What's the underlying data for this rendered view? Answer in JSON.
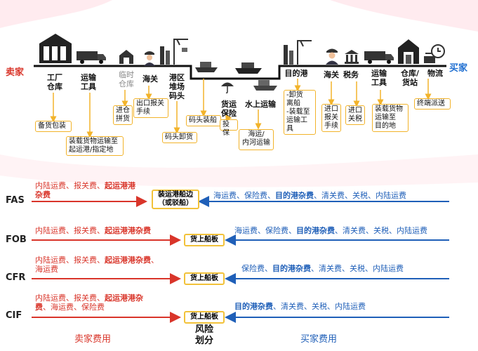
{
  "parties": {
    "seller": "卖家",
    "buyer": "买家"
  },
  "headers": [
    [
      "工厂",
      "仓库"
    ],
    [
      "运输",
      "工具"
    ],
    [
      "临时",
      "仓库"
    ],
    [
      "海关"
    ],
    [
      "港区",
      "堆场",
      "码头"
    ],
    [
      "货运",
      "保险"
    ],
    [
      "水上运输"
    ],
    [
      "目的港"
    ],
    [
      "海关"
    ],
    [
      "税务"
    ],
    [
      "运输",
      "工具"
    ],
    [
      "仓库/",
      "货站"
    ],
    [
      "物流"
    ]
  ],
  "boxes": [
    "备货包装",
    "装载货物运输至",
    "起运港/指定地",
    "进仓",
    "拼货",
    "出口报关",
    "手续",
    "码头卸货",
    "码头装船",
    "投保",
    "海运/",
    "内河运输",
    "-卸货",
    "离船",
    "-装载至",
    "运输工",
    "具",
    "进口",
    "报关",
    "手续",
    "进口",
    "关税",
    "装载货物",
    "运输至",
    "目的地",
    "终端派送"
  ],
  "terms": [
    "FAS",
    "FOB",
    "CFR",
    "CIF"
  ],
  "fees": {
    "fas_seller": [
      "内陆运费、报关费、",
      "起运港港",
      "杂费"
    ],
    "fas_risk": [
      "装运港船边",
      "（或驳船）"
    ],
    "fas_buyer": [
      "海运费、保险费、",
      "目的港杂费",
      "、清关费、关税、内陆运费"
    ],
    "fob_seller": [
      "内陆运费、报关费、",
      "起运港港杂费"
    ],
    "fob_risk": "货上船板",
    "fob_buyer": [
      "海运费、保险费、",
      "目的港杂费",
      "、清关费、关税、内陆运费"
    ],
    "cfr_seller": [
      "内陆运费、报关费、",
      "起运港港杂费",
      "、",
      "海运费"
    ],
    "cfr_risk": "货上船板",
    "cfr_buyer": [
      "保险费、",
      "目的港杂费",
      "、清关费、关税、内陆运费"
    ],
    "cif_seller": [
      "内陆运费、报关费、",
      "起运港港杂",
      "费",
      "、海运费、保险费"
    ],
    "cif_risk": "货上船板",
    "cif_buyer": [
      "目的港杂费",
      "、清关费、关税、内陆运费"
    ]
  },
  "footer": {
    "seller_cost": "卖家费用",
    "risk": [
      "风险",
      "划分"
    ],
    "buyer_cost": "买家费用"
  },
  "icons": [
    "factory-icon",
    "truck-icon",
    "warehouse-icon",
    "customs-officer-icon",
    "port-crane-icon",
    "umbrella-icon",
    "ship-icon",
    "tax-icon",
    "store-icon",
    "delivery-icon"
  ],
  "colors": {
    "seller": "#d9352a",
    "buyer": "#1f6fd1",
    "box_border": "#f2b32a"
  }
}
